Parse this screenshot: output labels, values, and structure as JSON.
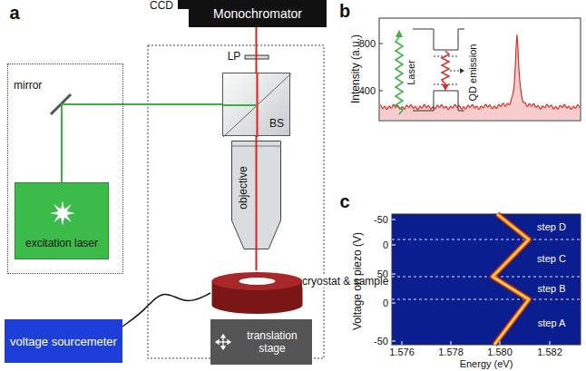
{
  "diagram": {
    "nodes": [
      {
        "text": [
          "Monochromator"
        ]
      },
      {
        "text": [
          "BS"
        ]
      },
      {
        "text": [
          "objective"
        ]
      },
      {
        "text": [
          "cryostat & sample"
        ]
      },
      {
        "text": [
          "translation stage"
        ]
      },
      {
        "text": [
          "mirror"
        ]
      },
      {
        "text": [
          "excitation laser"
        ],
        "in": 5
      },
      {
        "text": [
          "voltage sourcemeter"
        ]
      }
    ],
    "edges": [
      {
        "from": 6,
        "to": 1,
        "arrow": "none"
      },
      {
        "from": 1,
        "to": 0,
        "arrow": "none"
      },
      {
        "from": 2,
        "to": 1,
        "arrow": "none"
      },
      {
        "from": 3,
        "to": 2,
        "arrow": "none"
      },
      {
        "from": 7,
        "to": 3,
        "arrow": "none"
      }
    ],
    "labels": [
      "a",
      "CCD",
      "LP",
      "b",
      "Intensity (a.u.)",
      "800",
      "400",
      "Laser",
      "QD emission",
      "c",
      "Voltage on piezo (V)",
      "-50",
      "0",
      "50",
      "0",
      "-50",
      "step D",
      "step C",
      "step B",
      "step A",
      "1.576",
      "1.578",
      "1.580",
      "1.582",
      "Energy (eV)"
    ]
  }
}
